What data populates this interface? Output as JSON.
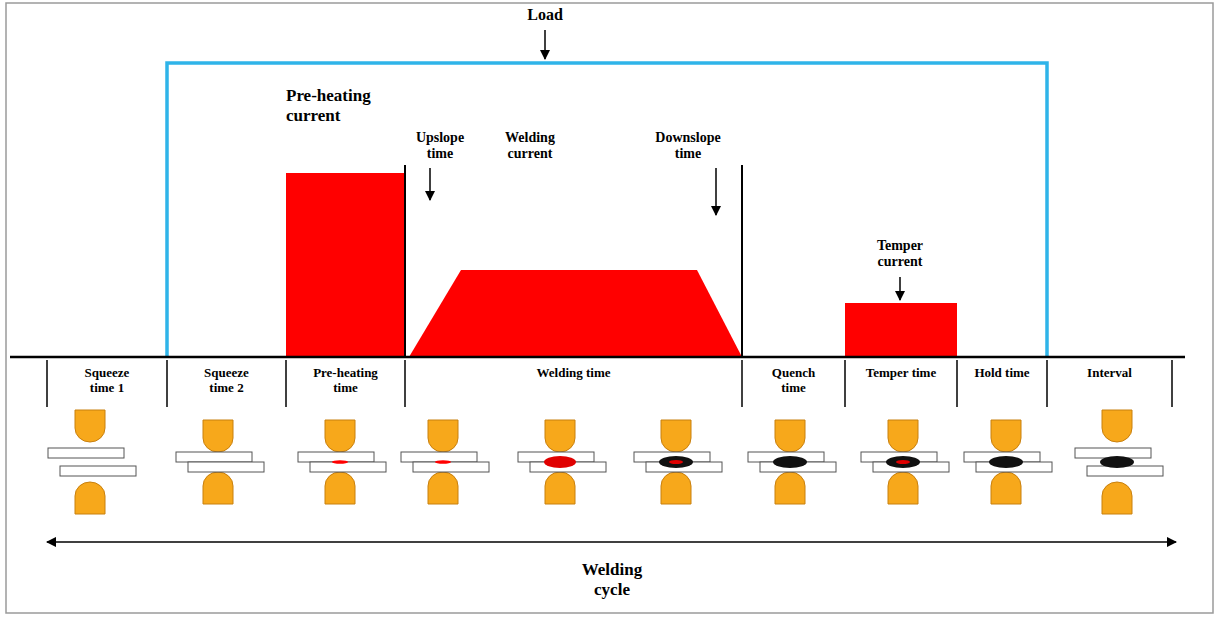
{
  "diagram": {
    "labels": [
      "Load",
      "Pre-heating current",
      "Upslope time",
      "Welding current",
      "Downslope time",
      "Temper current",
      "Squeeze time 1",
      "Squeeze time 2",
      "Pre-heating time",
      "Welding time",
      "Quench time",
      "Temper time",
      "Hold time",
      "Interval",
      "Welding cycle"
    ]
  }
}
